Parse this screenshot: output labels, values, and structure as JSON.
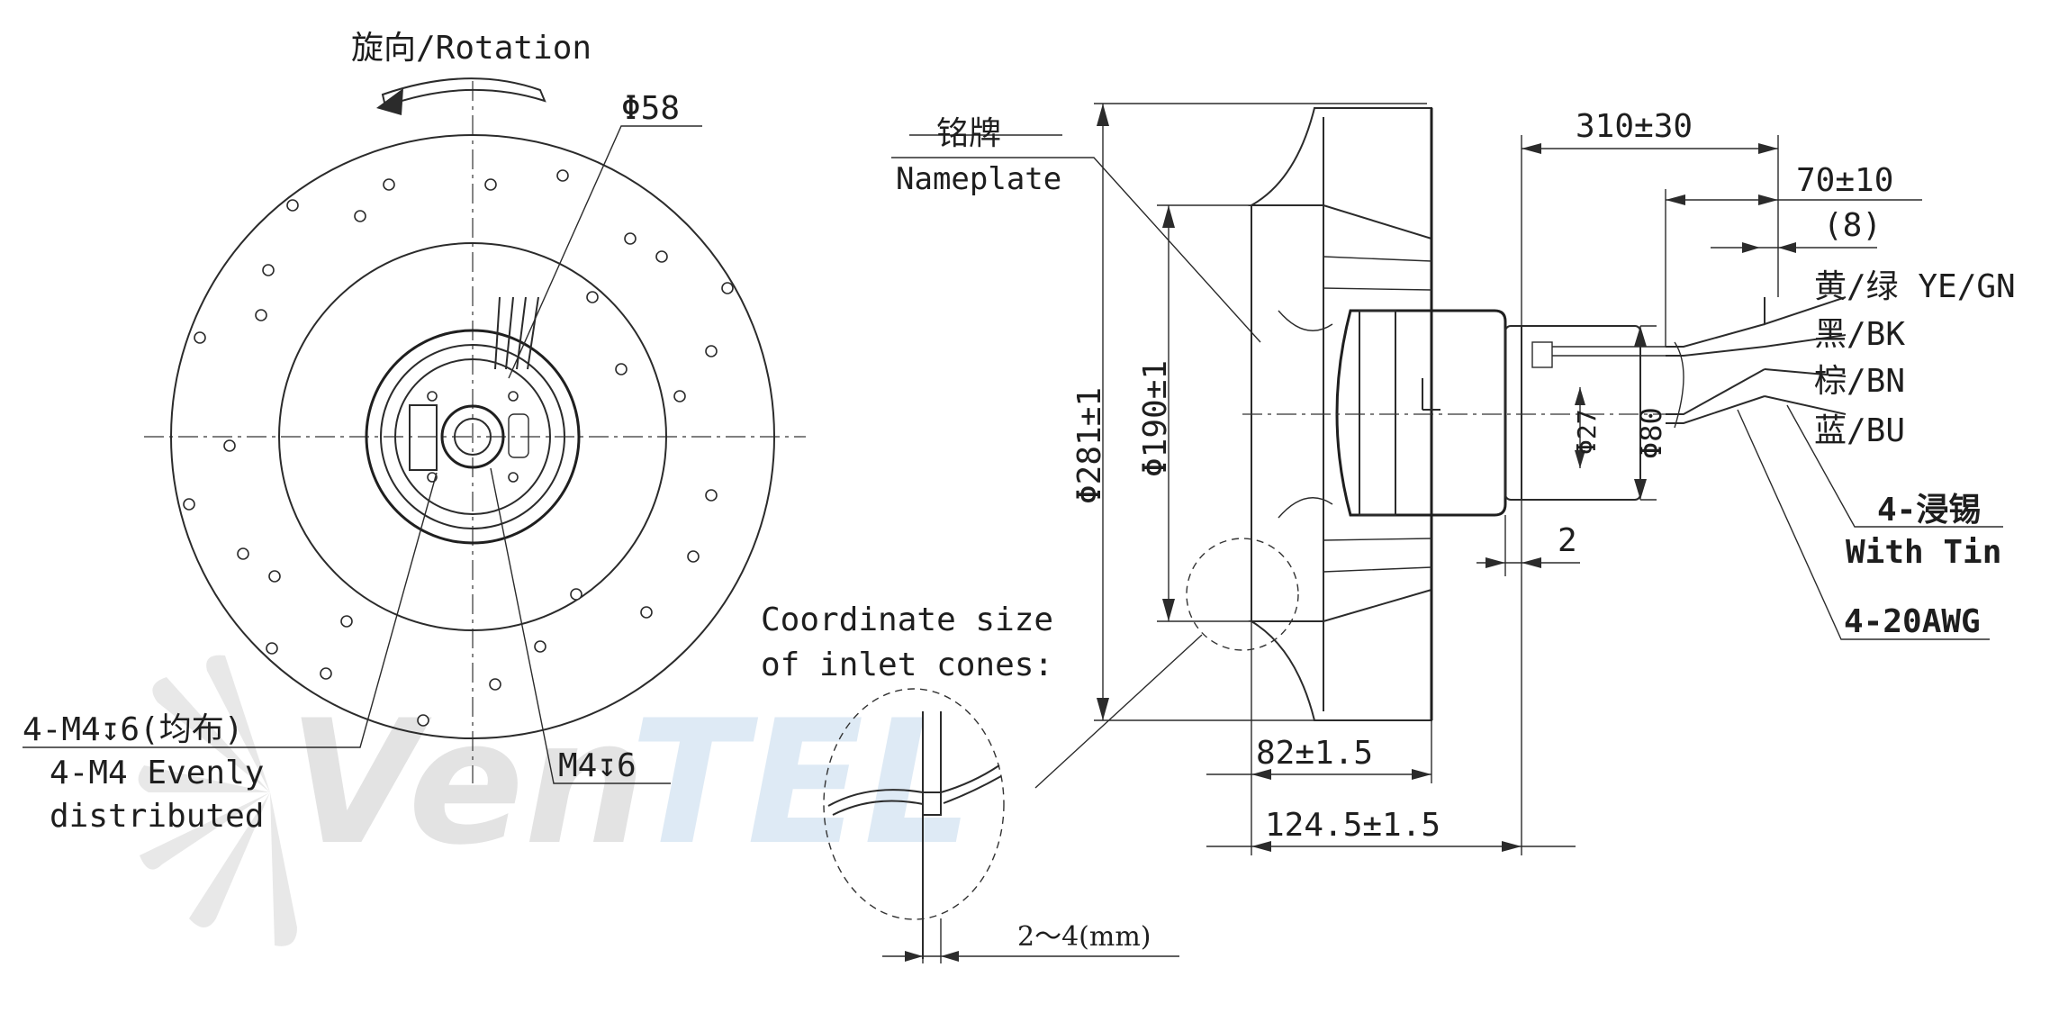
{
  "front_view": {
    "rotation_label": "旋向/Rotation",
    "diameter_label": "Φ58",
    "mount_label_cn": "4-M4↧6(均布)",
    "mount_label_en_1": "4-M4 Evenly",
    "mount_label_en_2": "distributed",
    "screw_label": "M4↧6"
  },
  "side_view": {
    "nameplate_cn": "铭牌",
    "nameplate_en": "Nameplate",
    "dim_281": "Φ281±1",
    "dim_190": "Φ190±1",
    "dim_27": "Φ27",
    "dim_80": "Φ80",
    "dim_2": "2",
    "dim_82": "82±1.5",
    "dim_124": "124.5±1.5"
  },
  "inlet_cone": {
    "label_1": "Coordinate size",
    "label_2": "of inlet cones:",
    "gap_label": "2～4(mm)"
  },
  "cable": {
    "dim_310": "310±30",
    "dim_70": "70±10",
    "dim_8": "(8)",
    "wires": [
      {
        "label": "黄/绿 YE/GN"
      },
      {
        "label": "黑/BK"
      },
      {
        "label": "棕/BN"
      },
      {
        "label": "蓝/BU"
      }
    ],
    "tin_cn": "4-浸锡",
    "tin_en": "With Tin",
    "awg": "4-20AWG"
  },
  "watermark": {
    "brand_left": "Ven",
    "brand_right": "TEL"
  },
  "colors": {
    "line": "#2b2b2b",
    "watermark_gray": "#e0e0e0",
    "watermark_blue": "#dbe8f4"
  }
}
